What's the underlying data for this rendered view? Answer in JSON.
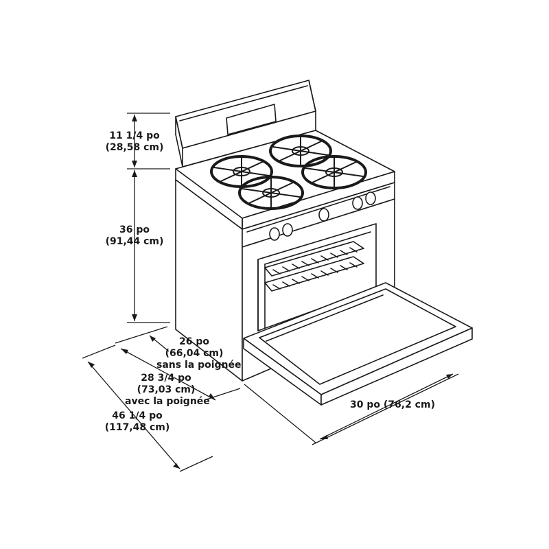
{
  "dimensions": {
    "backguard_height": {
      "imperial": "11 1/4 po",
      "metric": "(28,58 cm)"
    },
    "cooktop_height": {
      "imperial": "36 po",
      "metric": "(91,44 cm)"
    },
    "depth_no_handle": {
      "imperial": "26 po",
      "metric": "(66,04 cm)",
      "note": "sans la poignée"
    },
    "depth_with_handle": {
      "imperial": "28 3/4 po",
      "metric": "(73,03 cm)",
      "note": "avec la poignée"
    },
    "depth_door_open": {
      "imperial": "46 1/4 po",
      "metric": "(117,48 cm)"
    },
    "width": {
      "text": "30 po (76,2 cm)"
    }
  },
  "colors": {
    "line": "#1a1a1a",
    "background": "#ffffff"
  },
  "icons": [
    "gas-range-illustration",
    "burner-grate-icon",
    "control-knob-icon",
    "oven-rack-icon"
  ]
}
